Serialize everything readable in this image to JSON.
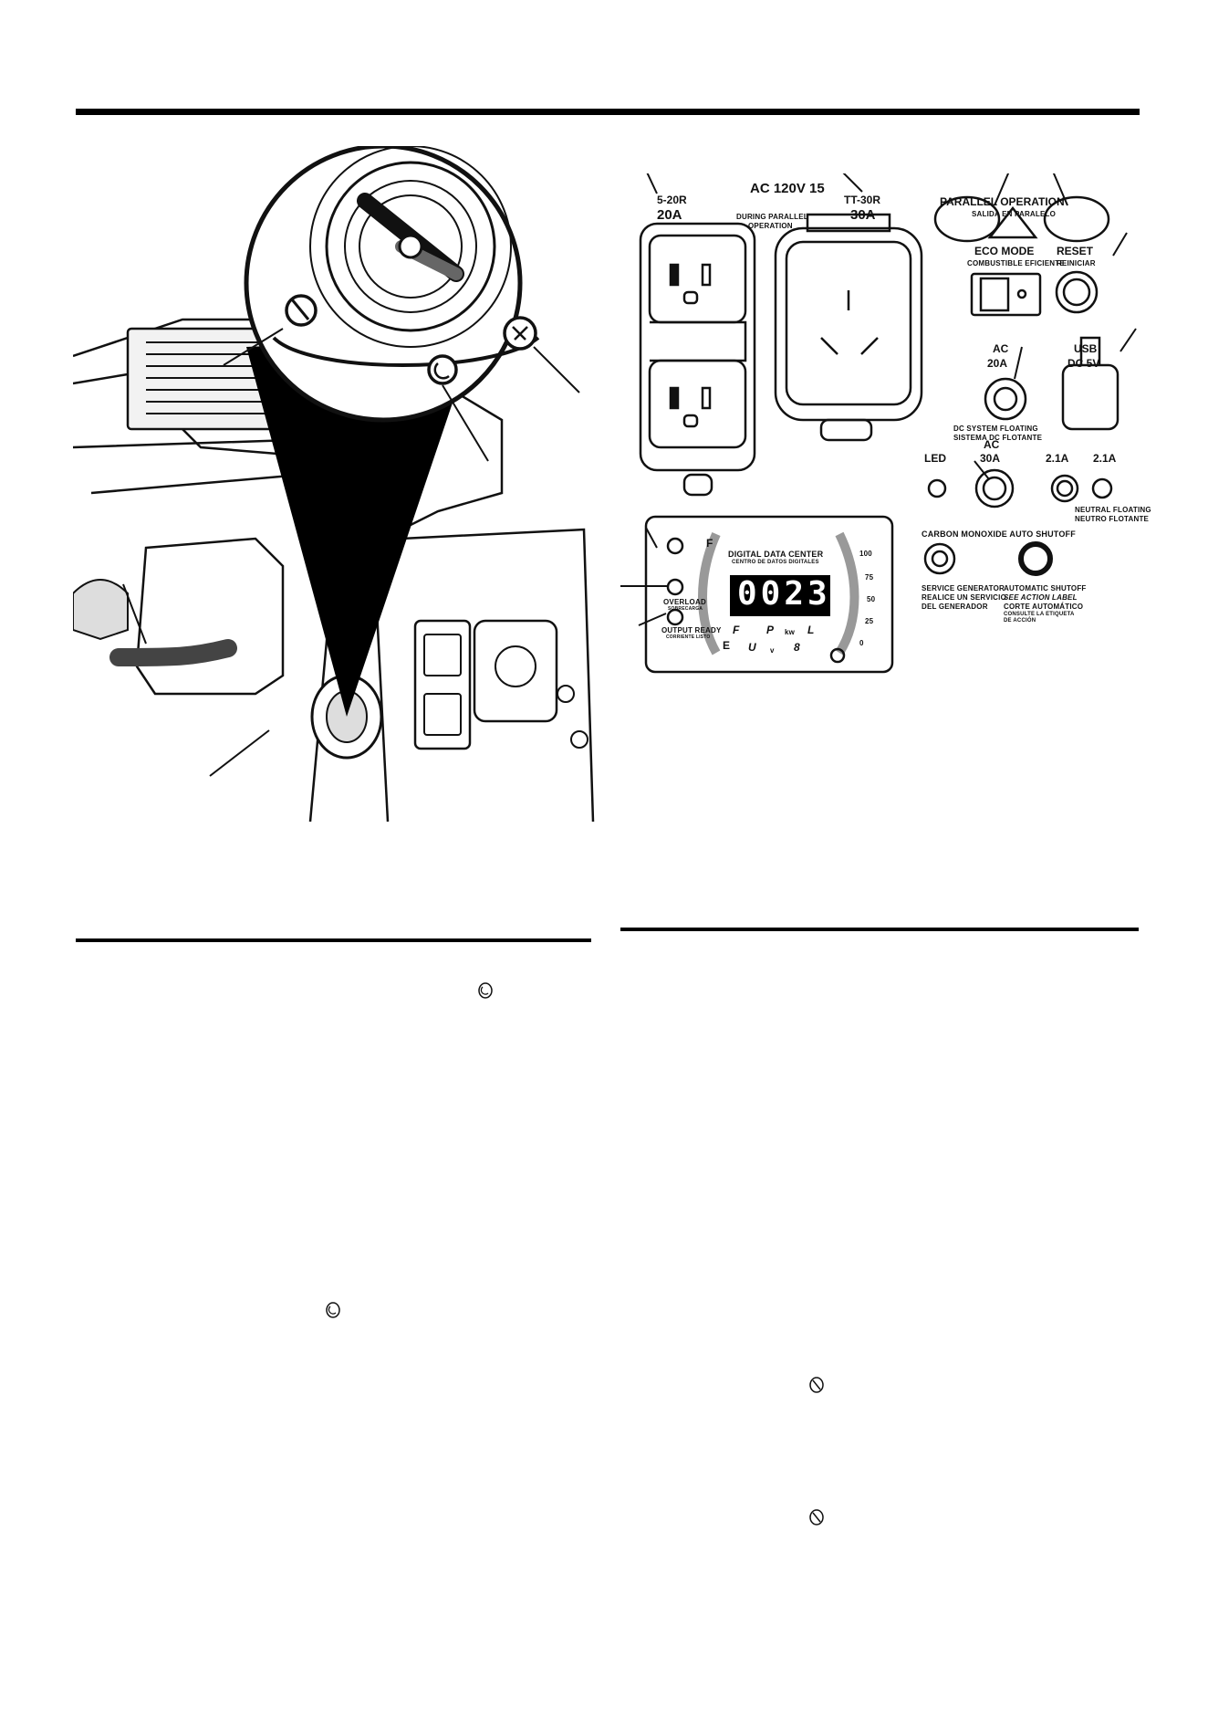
{
  "left_figure": {
    "icons": [
      "choke-closed-icon",
      "choke-run-icon",
      "choke-stop-icon"
    ]
  },
  "panel": {
    "ac_header": "AC 120V 15",
    "outlet_5_20r": {
      "model": "5-20R",
      "amps": "20A"
    },
    "outlet_tt30r": {
      "model": "TT-30R",
      "amps": "30A"
    },
    "during_parallel_1": "DURING PARALLEL",
    "during_parallel_2": "OPERATION",
    "parallel_operation": "PARALLEL OPERATION",
    "parallel_operation_es": "SALIDA EN PARALELO",
    "eco_mode": "ECO MODE",
    "eco_mode_es": "COMBUSTIBLE EFICIENTE",
    "reset": "RESET",
    "reset_es": "REINICIAR",
    "ac_20a_label": "AC",
    "ac_20a_amps": "20A",
    "usb_label": "USB",
    "usb_voltage": "DC 5V",
    "dc_floating": "DC SYSTEM FLOATING",
    "dc_floating_es": "SISTEMA DC FLOTANTE",
    "led": "LED",
    "ac_30a_label": "AC",
    "ac_30a_amps": "30A",
    "usb_left_amps": "2.1A",
    "usb_right_amps": "2.1A",
    "neutral_floating": "NEUTRAL FLOATING",
    "neutral_floating_es": "NEUTRO FLOTANTE",
    "co_header": "CARBON MONOXIDE AUTO SHUTOFF",
    "service_generator": "SERVICE GENERATOR",
    "service_generator_es_1": "REALICE UN SERVICIO",
    "service_generator_es_2": "DEL GENERADOR",
    "automatic_shutoff": "AUTOMATIC SHUTOFF",
    "see_action_label": "SEE ACTION LABEL",
    "corte_automatico": "CORTE AUTOMÁTICO",
    "conduite_1": "CONSULTE LA ETIQUETA",
    "conduite_2": "DE ACCIÓN"
  },
  "data_center": {
    "title": "DIGITAL DATA CENTER",
    "title_es": "CENTRO DE DATOS DIGITALES",
    "display_value": "0023",
    "fuel_full": "F",
    "fuel_empty": "E",
    "overload": "OVERLOAD",
    "overload_es": "SOBRECARGA",
    "output_ready": "OUTPUT READY",
    "output_ready_es": "CORRIENTE LISTO",
    "scale": [
      "100",
      "75",
      "50",
      "25",
      "0"
    ],
    "unit_fuel": "F",
    "unit_power": "P",
    "unit_kw": "kw",
    "unit_level": "L",
    "unit_voltage": "U",
    "unit_v": "v",
    "unit_8": "8"
  }
}
